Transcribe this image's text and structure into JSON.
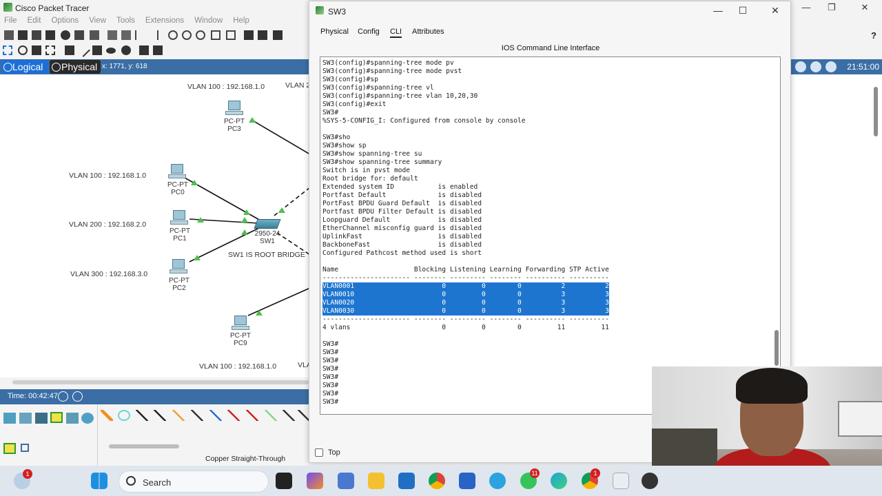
{
  "app": {
    "title": "Cisco Packet Tracer",
    "menu": [
      "File",
      "Edit",
      "Options",
      "View",
      "Tools",
      "Extensions",
      "Window",
      "Help"
    ]
  },
  "mode_bar": {
    "logical_label": "Logical",
    "physical_label": "Physical",
    "coordinates": "x: 1771, y: 618",
    "clock": "21:51:00"
  },
  "topology": {
    "labels": [
      "VLAN 100 : 192.168.1.0",
      "VLAN 2",
      "VLAN 100 : 192.168.1.0",
      "VLAN 200 : 192.168.2.0",
      "VLAN 300 : 192.168.3.0",
      "VLAN 100 : 192.168.1.0",
      "VLA",
      "SW1 IS ROOT BRIDGE"
    ],
    "pcs": [
      {
        "type": "PC-PT",
        "name": "PC3"
      },
      {
        "type": "PC-PT",
        "name": "PC0"
      },
      {
        "type": "PC-PT",
        "name": "PC1"
      },
      {
        "type": "PC-PT",
        "name": "PC2"
      },
      {
        "type": "PC-PT",
        "name": "PC9"
      }
    ],
    "switch": {
      "model": "2950-24",
      "name": "SW1"
    }
  },
  "time_bar": {
    "time": "Time: 00:42:47"
  },
  "tray": {
    "cable_label": "Copper Straight-Through"
  },
  "dialog": {
    "title": "SW3",
    "tabs": [
      "Physical",
      "Config",
      "CLI",
      "Attributes"
    ],
    "active_tab": "CLI",
    "header": "IOS Command Line Interface",
    "top_label": "Top",
    "cli_lines": [
      "SW3(config)#spanning-tree mode pv",
      "SW3(config)#spanning-tree mode pvst",
      "SW3(config)#sp",
      "SW3(config)#spanning-tree vl",
      "SW3(config)#spanning-tree vlan 10,20,30",
      "SW3(config)#exit",
      "SW3#",
      "%SYS-5-CONFIG_I: Configured from console by console",
      "",
      "SW3#sho",
      "SW3#show sp",
      "SW3#show spanning-tree su",
      "SW3#show spanning-tree summary",
      "Switch is in pvst mode",
      "Root bridge for: default",
      "Extended system ID           is enabled",
      "Portfast Default             is disabled",
      "PortFast BPDU Guard Default  is disabled",
      "Portfast BPDU Filter Default is disabled",
      "Loopguard Default            is disabled",
      "EtherChannel misconfig guard is disabled",
      "UplinkFast                   is disabled",
      "BackboneFast                 is disabled",
      "Configured Pathcost method used is short",
      "",
      "Name                   Blocking Listening Learning Forwarding STP Active",
      "---------------------- -------- --------- -------- ---------- ----------",
      "VLAN0001                      0         0        0          2          2",
      "VLAN0010                      0         0        0          3          3",
      "VLAN0020                      0         0        0          3          3",
      "VLAN0030                      0         0        0          3          3",
      "---------------------- -------- --------- -------- ---------- ----------",
      "4 vlans                       0         0        0         11         11",
      "",
      "SW3#",
      "SW3#",
      "SW3#",
      "SW3#",
      "SW3#",
      "SW3#",
      "SW3#",
      "SW3#"
    ],
    "highlighted_rows": [
      27,
      28,
      29,
      30
    ]
  },
  "taskbar": {
    "search_placeholder": "Search",
    "badges": {
      "weather": "1",
      "whatsapp": "11",
      "chrome": "1"
    }
  },
  "colors": {
    "accent_blue": "#3a6ea5",
    "selection": "#1e75d0",
    "logical_tab": "#1d6fd6"
  }
}
